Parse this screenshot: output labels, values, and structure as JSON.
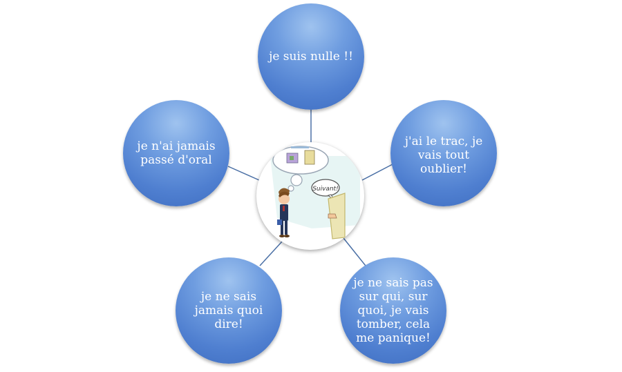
{
  "center": {
    "illustration": "person-thinking-before-oral-exam",
    "speech_text": "Suivant!"
  },
  "bubbles": [
    {
      "id": "top",
      "label": "je suis nulle !!"
    },
    {
      "id": "right",
      "label": "j'ai le trac, je vais tout oublier!"
    },
    {
      "id": "bottom_right",
      "label": "je ne sais pas sur qui, sur quoi, je vais tomber, cela me panique!"
    },
    {
      "id": "bottom_left",
      "label": "je ne sais jamais quoi dire!"
    },
    {
      "id": "left",
      "label": "je n'ai jamais passé d'oral"
    }
  ],
  "colors": {
    "bubble_fill": "#4f7fd0",
    "bubble_highlight": "#9fc3ef",
    "connector": "#4a6fa5"
  }
}
